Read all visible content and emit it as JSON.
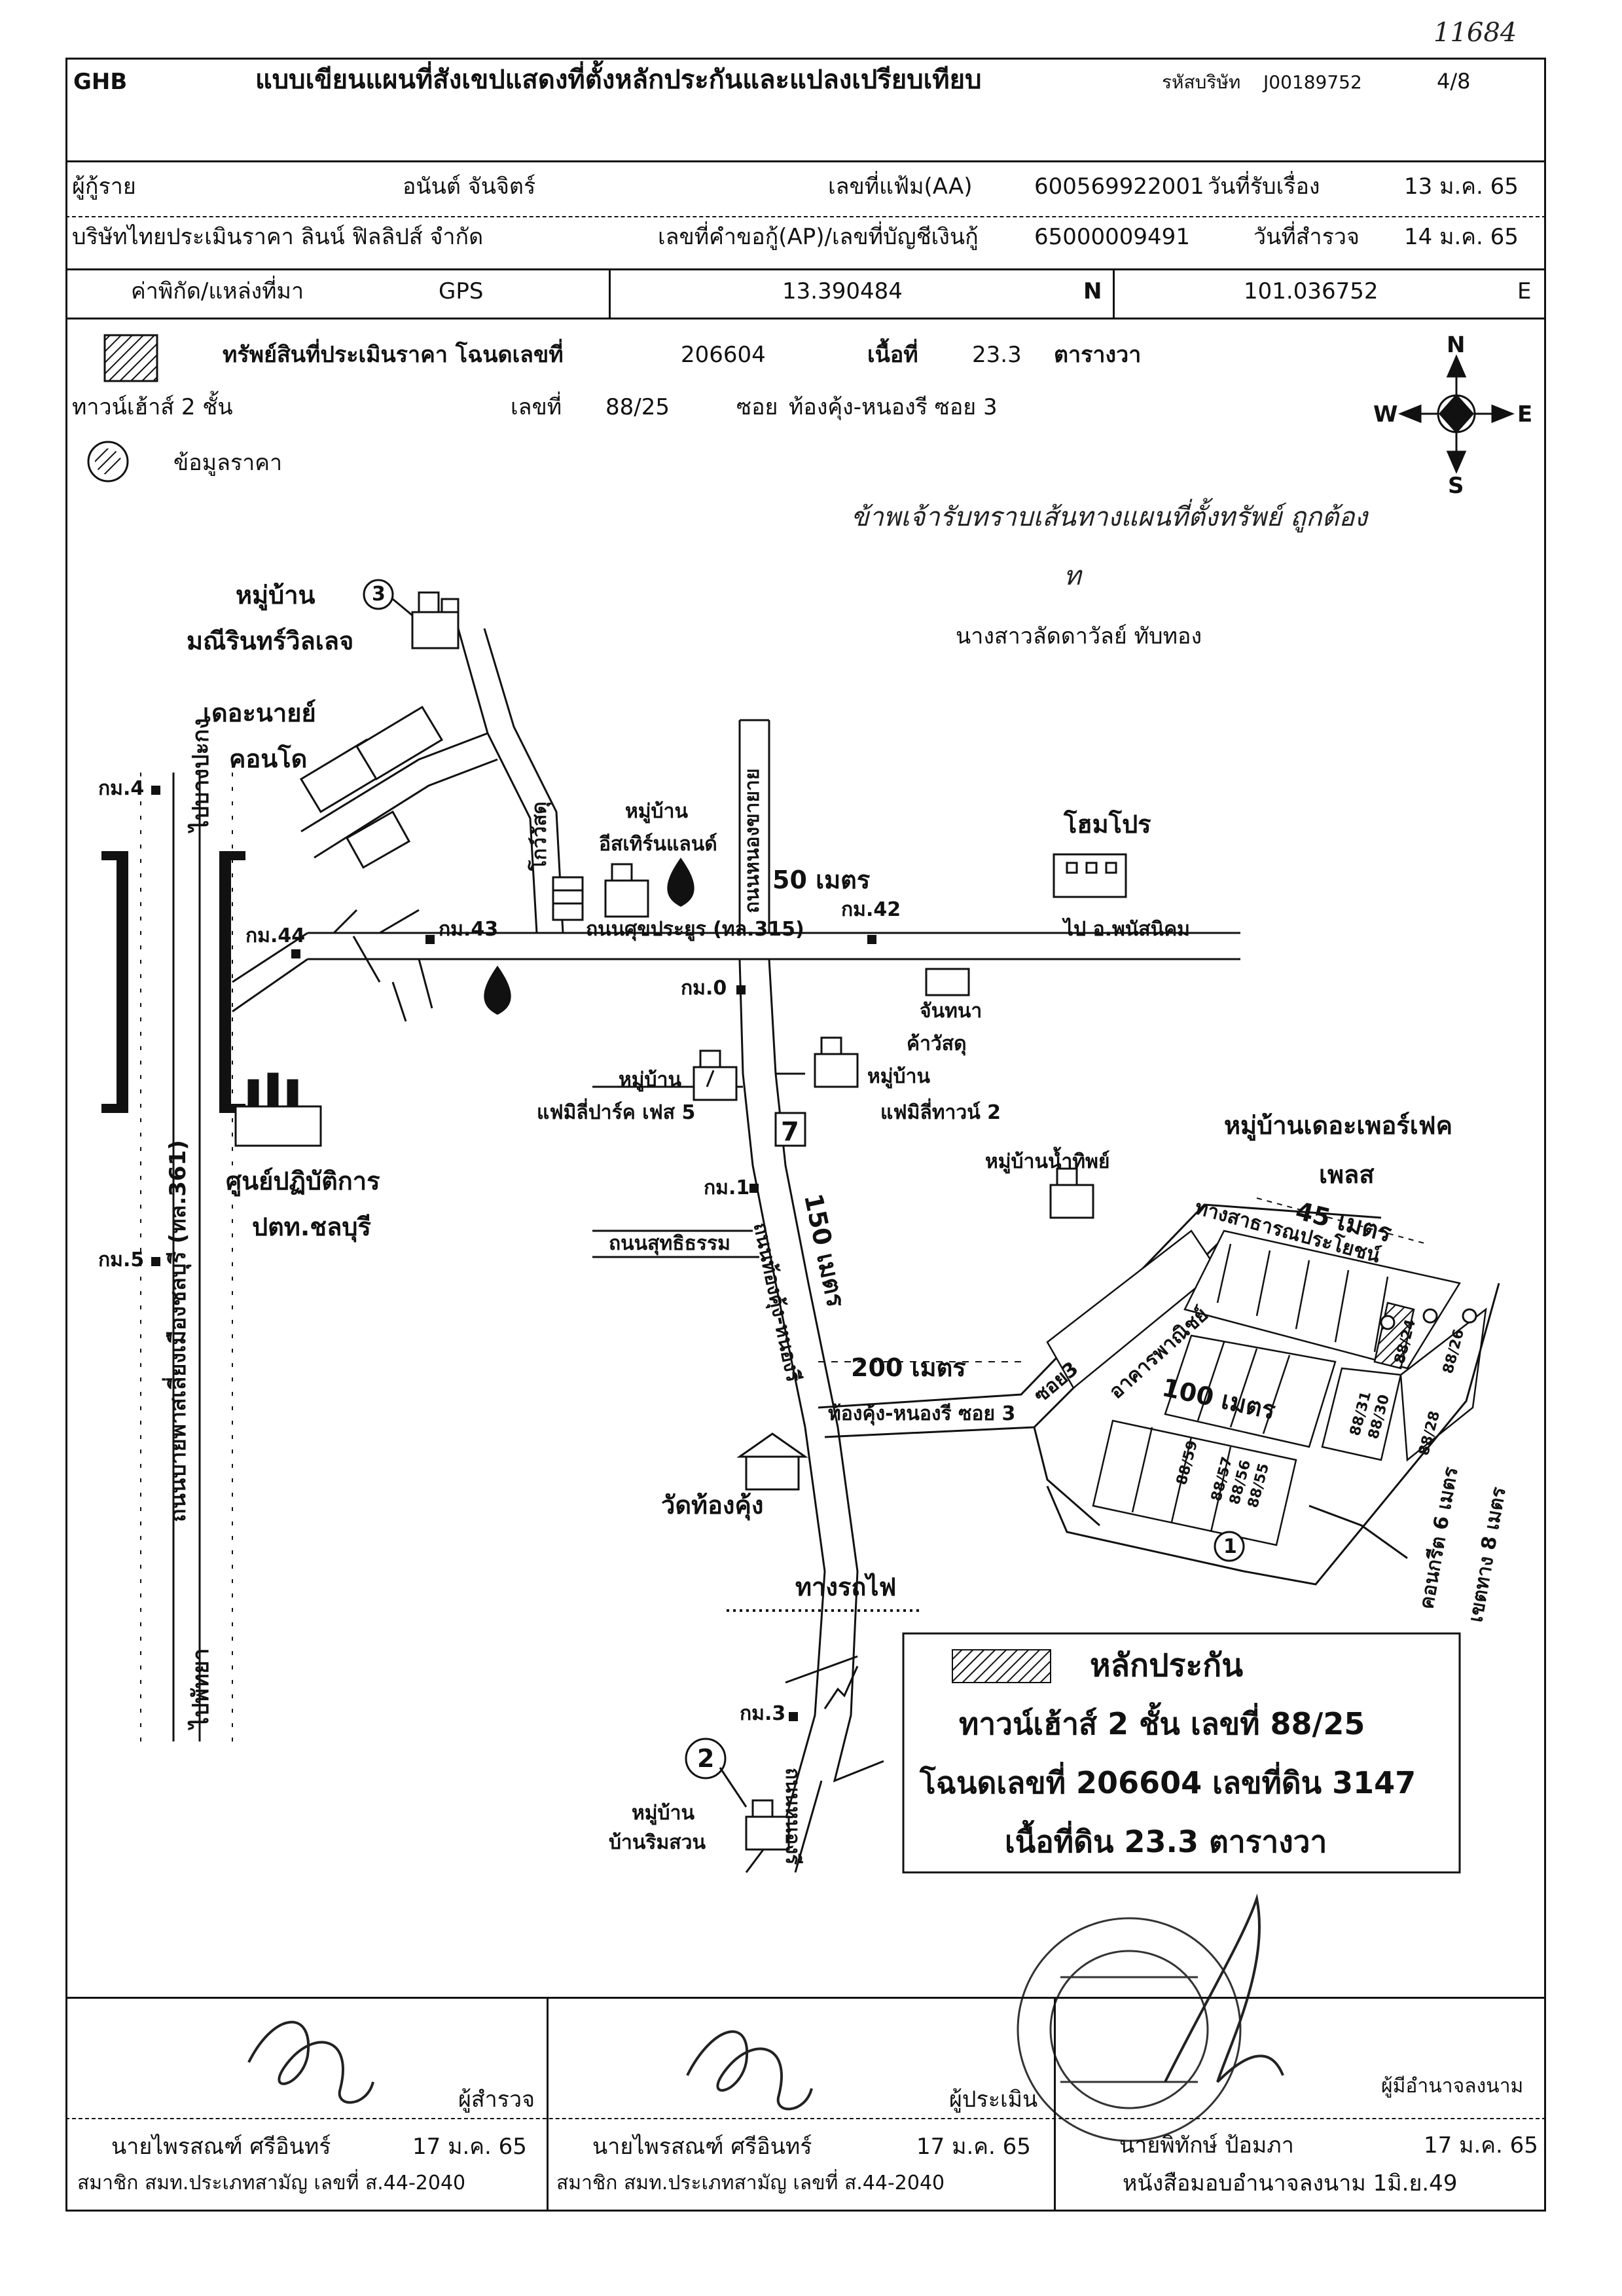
{
  "corner_number": "11684",
  "header": {
    "logo": "GHB",
    "title": "แบบเขียนแผนที่สังเขปแสดงที่ตั้งหลักประกันและแปลงเปรียบเทียบ",
    "company_code_label": "รหัสบริษัท",
    "company_code": "J00189752",
    "page": "4/8"
  },
  "info": {
    "borrower_label": "ผู้กู้ราย",
    "borrower_name": "อนันต์ จันจิตร์",
    "file_no_label": "เลขที่แฟ้ม(AA)",
    "file_no": "600569922001",
    "received_label": "วันที่รับเรื่อง",
    "received_date": "13 ม.ค. 65",
    "company": "บริษัทไทยประเมินราคา ลินน์ ฟิลลิปส์ จำกัด",
    "request_label": "เลขที่คำขอกู้(AP)/เลขที่บัญชีเงินกู้",
    "request_no": "65000009491",
    "survey_label": "วันที่สำรวจ",
    "survey_date": "14 ม.ค. 65",
    "coord_label": "ค่าพิกัด/แหล่งที่มา",
    "coord_source": "GPS",
    "lat": "13.390484",
    "lat_dir": "N",
    "lon": "101.036752",
    "lon_dir": "E"
  },
  "property": {
    "asset_label": "ทรัพย์สินที่ประเมินราคา โฉนดเลขที่",
    "deed_no": "206604",
    "area_label": "เนื้อที่",
    "area": "23.3",
    "area_unit": "ตารางวา",
    "type": "ทาวน์เฮ้าส์ 2 ชั้น",
    "house_no_label": "เลขที่",
    "house_no": "88/25",
    "soi_label": "ซอย",
    "soi": "ท้องคุ้ง-หนองรี ซอย 3",
    "price_label": "ข้อมูลราคา",
    "handwriting": "ข้าพเจ้ารับทราบเส้นทางแผนที่ตั้งทรัพย์ ถูกต้อง",
    "handwriting_sign": "ท",
    "acknowledger": "นางสาวลัดดาวัลย์ ทับทอง"
  },
  "compass": {
    "n": "N",
    "s": "S",
    "e": "E",
    "w": "W"
  },
  "map_labels": {
    "v3_line1": "หมู่บ้าน",
    "v3_line2": "มณีรินทร์วิลเลจ",
    "v3_num": "3",
    "condo_1": "เดอะนายย์",
    "condo_2": "คอนโด",
    "km4": "กม.4",
    "km44": "กม.44",
    "km43": "กม.43",
    "km42": "กม.42",
    "km0": "กม.0",
    "km1": "กม.1",
    "km5": "กม.5",
    "km3": "กม.3",
    "to_bangpakong": "ไปบางปะกง",
    "to_pattaya": "ไปพัทยา",
    "road_361": "ถนนบายพาสเลี่ยงเมืองชลบุรี (ทล.361)",
    "road_315": "ถนนศุขประยูร (ทล.315)",
    "to_phanat": "ไป อ.พนัสนิคม",
    "road_nongkhaiyai": "ถนนหนองขายาย",
    "m50": "50 เมตร",
    "watsadu_l": "โกว์วัสดุ",
    "eastern_1": "หมู่บ้าน",
    "eastern_2": "อีสเทิร์นแลนด์",
    "homepro": "โฮมโปร",
    "chanthana_1": "จันทนา",
    "chanthana_2": "ค้าวัสดุ",
    "fp5_1": "หมู่บ้าน",
    "fp5_2": "แฟมิลี่ปาร์ค เฟส 5",
    "ft2_1": "หมู่บ้าน",
    "ft2_2": "แฟมิลี่ทาวน์ 2",
    "ptt_1": "ศูนย์ปฏิบัติการ",
    "ptt_2": "ปตท.ชลบุรี",
    "road_sutthi": "ถนนสุทธิธรรม",
    "road_thongkhung": "ถนนท้องคุ้ง-หนองรี",
    "m150": "150 เมตร",
    "namthip": "หมู่บ้านน้ำทิพย์",
    "perfect_1": "หมู่บ้านเดอะเพอร์เฟค",
    "perfect_2": "เพลส",
    "m45": "45 เมตร",
    "public_road": "ทางสาธารณประโยชน์",
    "commercial": "อาคารพาณิชย์",
    "m200": "200 เมตร",
    "soi3_road": "ท้องคุ้ง-หนองรี ซอย 3",
    "soi3_short": "ซอย3",
    "m100": "100 เมตร",
    "wat": "วัดท้องคุ้ง",
    "railway": "ทางรถไฟ",
    "concrete": "คอนกรีต 6 เมตร",
    "row": "เขตทาง 8 เมตร",
    "n1": "1",
    "n2": "2",
    "v2_1": "หมู่บ้าน",
    "v2_2": "บ้านริมสวน",
    "road_nongri": "ถนนหนองรี",
    "plots": [
      "88/24",
      "88/26",
      "88/31",
      "88/30",
      "88/28",
      "88/59",
      "88/57",
      "88/56",
      "88/55"
    ]
  },
  "legend": {
    "title": "หลักประกัน",
    "line1": "ทาวน์เฮ้าส์ 2 ชั้น เลขที่ 88/25",
    "line2": "โฉนดเลขที่ 206604 เลขที่ดิน 3147",
    "line3": "เนื้อที่ดิน 23.3 ตารางวา"
  },
  "signatures": {
    "s1_role": "ผู้สำรวจ",
    "s1_name": "นายไพรสณฑ์ ศรีอินทร์",
    "s1_date": "17 ม.ค. 65",
    "s1_member": "สมาชิก สมท.ประเภทสามัญ เลขที่ ส.44-2040",
    "s2_role": "ผู้ประเมิน",
    "s2_name": "นายไพรสณฑ์ ศรีอินทร์",
    "s2_date": "17 ม.ค. 65",
    "s2_member": "สมาชิก สมท.ประเภทสามัญ เลขที่ ส.44-2040",
    "s3_role": "ผู้มีอำนาจลงนาม",
    "s3_name": "นายพิทักษ์ ป้อมภา",
    "s3_date": "17 ม.ค. 65",
    "s3_letter": "หนังสือมอบอำนาจลงนาม 1มิ.ย.49"
  }
}
